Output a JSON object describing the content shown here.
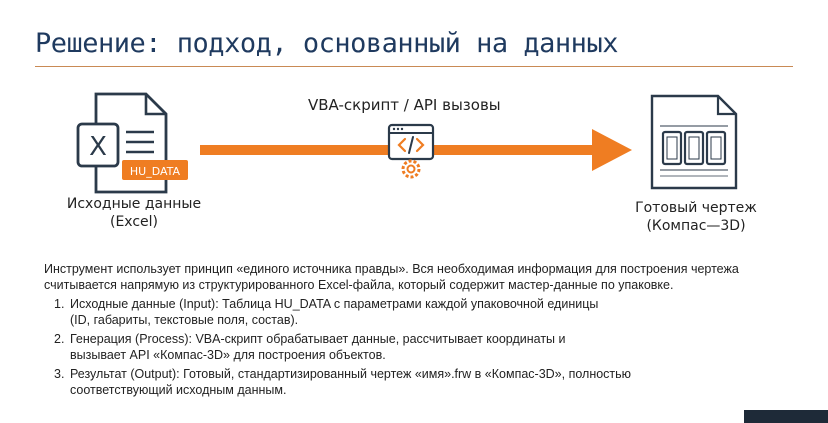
{
  "slide": {
    "title": "Решение: подход, основанный на данных",
    "flow_label": "VBA-скрипт / API вызовы",
    "excel_tag": "HU_DATA",
    "excel_letter": "X",
    "source_caption": {
      "line1": "Исходные данные",
      "line2": "(Excel)"
    },
    "target_caption": {
      "line1": "Готовый чертеж",
      "line2": "(Компас—3D)"
    },
    "intro": "Инструмент использует принцип «единого источника правды». Вся необходимая информация для построения чертежа считывается напрямую из структурированного Excel-файла, который содержит мастер-данные по упаковке.",
    "steps": [
      {
        "num": "1.",
        "line1": "Исходные данные (Input): Таблица        HU_DATA с параметрами каждой упаковочной единицы",
        "line2": "(ID, габариты, текстовые поля, состав)."
      },
      {
        "num": "2.",
        "line1": "Генерация (Process): VBA-скрипт обрабатывает     данные, рассчитывает координаты и",
        "line2": "вызывает API «Компас-3D» для построения объектов."
      },
      {
        "num": "3.",
        "line1": "Результат (Output): Готовый, стандартизированный чертеж «имя».frw в «Компас-3D», полностью",
        "line2": "соответствующий исходным данным."
      }
    ],
    "colors": {
      "title": "#1f3a5f",
      "rule": "#c98a55",
      "arrow": "#ef7d22",
      "icon_stroke": "#2b3a4a",
      "corner_block": "#1e2a38"
    },
    "icons": {
      "source": "excel-file-icon",
      "process": "code-gear-icon",
      "target": "drawing-file-icon"
    }
  }
}
